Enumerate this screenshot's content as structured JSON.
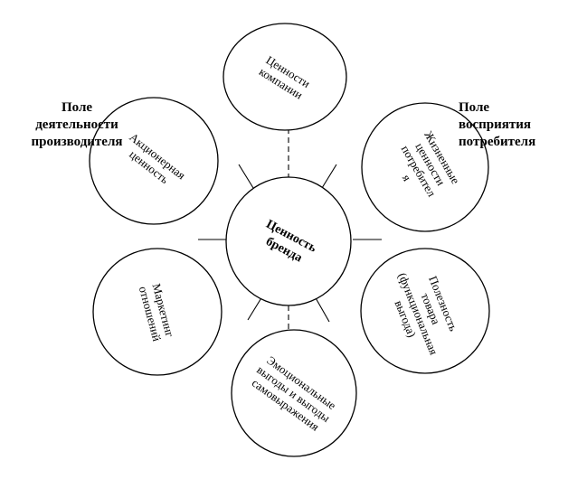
{
  "center": {
    "lines": [
      "Ценность",
      "бренда"
    ]
  },
  "satellites": [
    {
      "id": "company",
      "lines": [
        "Ценности",
        "компании"
      ]
    },
    {
      "id": "life",
      "lines": [
        "Жизненные",
        "ценности",
        "потребител",
        "я"
      ]
    },
    {
      "id": "utility",
      "lines": [
        "Полезность",
        "товара",
        "(функциональная",
        "выгода)"
      ]
    },
    {
      "id": "emotional",
      "lines": [
        "Эмоциональные",
        "выгоды и выгоды",
        "самовыражения"
      ]
    },
    {
      "id": "marketing",
      "lines": [
        "Маркетинг",
        "отношений"
      ]
    },
    {
      "id": "shareholder",
      "lines": [
        "Акционерная",
        "ценность"
      ]
    }
  ],
  "fields": {
    "producer": {
      "lines": [
        "Поле",
        "деятельности",
        "производителя"
      ]
    },
    "consumer": {
      "lines": [
        "Поле",
        "восприятия",
        "потребителя"
      ]
    }
  }
}
